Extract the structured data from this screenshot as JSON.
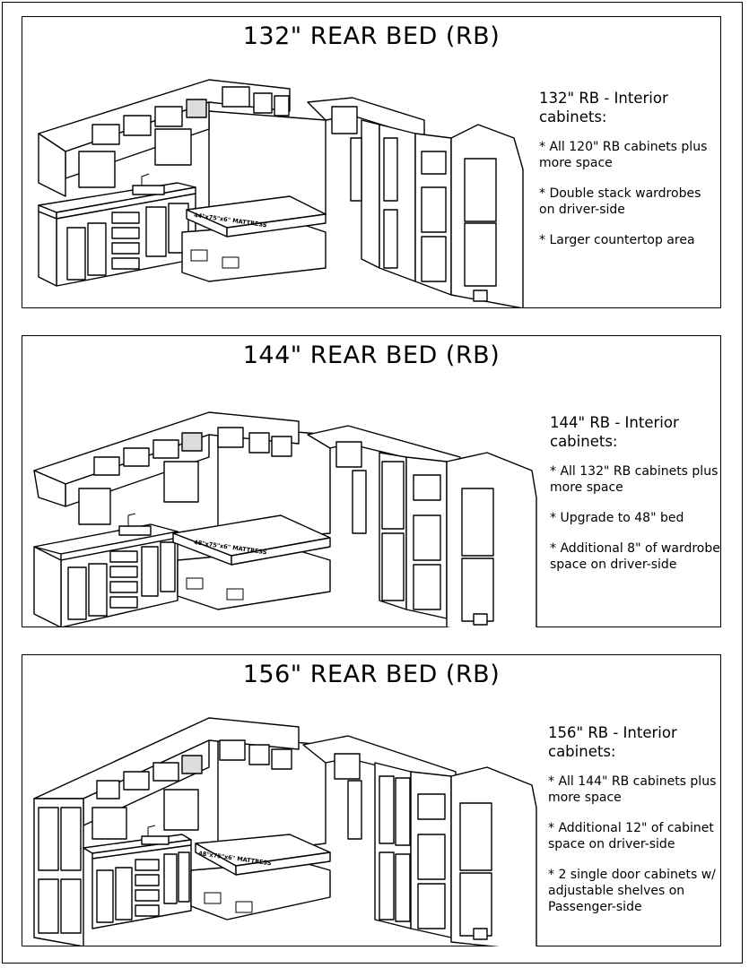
{
  "panels": [
    {
      "title": "132\" REAR BED (RB)",
      "heading": "132\" RB - Interior cabinets:",
      "notes": [
        "* All 120\" RB cabinets plus more space",
        "* Double stack wardrobes on driver-side",
        "* Larger countertop area"
      ],
      "mattress_label": "44\"x75\"x6\" MATTRESS"
    },
    {
      "title": "144\" REAR BED (RB)",
      "heading": "144\" RB - Interior cabinets:",
      "notes": [
        "* All 132\" RB cabinets plus more space",
        "* Upgrade to 48\" bed",
        "* Additional 8\" of wardrobe space on driver-side"
      ],
      "mattress_label": "48\"x75\"x6\" MATTRESS"
    },
    {
      "title": "156\" REAR BED (RB)",
      "heading": "156\" RB - Interior cabinets:",
      "notes": [
        "* All 144\" RB cabinets plus more space",
        "* Additional 12\" of cabinet space on driver-side",
        "* 2 single door cabinets w/ adjustable shelves on Passenger-side"
      ],
      "mattress_label": "48\"x75\"x6\" MATTRESS"
    }
  ]
}
